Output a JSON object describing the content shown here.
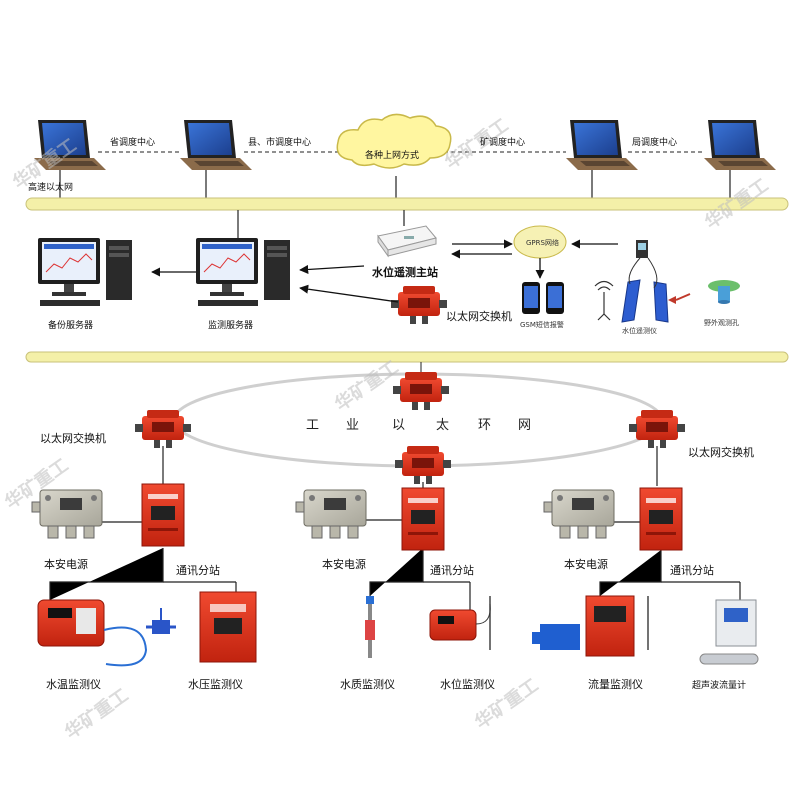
{
  "top": {
    "labels": [
      "省调度中心",
      "县、市调度中心",
      "矿调度中心",
      "局调度中心"
    ],
    "cloud": "各种上网方式",
    "ethernet": "高速以太网"
  },
  "middle": {
    "backup_server": "备份服务器",
    "monitor_server": "监测服务器",
    "main_station": "水位遥测主站",
    "switch": "以太网交换机",
    "gprs": "GPRS网络",
    "sms": "GSM短信报警",
    "telemeter": "水位遥测仪",
    "field_hole": "野外观测孔"
  },
  "ring": {
    "chars": [
      "工",
      "业",
      "以",
      "太",
      "环",
      "网"
    ]
  },
  "branches": {
    "switch_left": "以太网交换机",
    "switch_right": "以太网交换机",
    "power": [
      "本安电源",
      "本安电源",
      "本安电源"
    ],
    "substation": [
      "通讯分站",
      "通讯分站",
      "通讯分站"
    ]
  },
  "instruments": [
    "水温监测仪",
    "水压监测仪",
    "水质监测仪",
    "水位监测仪",
    "流量监测仪",
    "超声波流量计"
  ],
  "watermark": "华矿重工",
  "colors": {
    "bus": "#f4f0a8",
    "bus_edge": "#c9c27a",
    "device_red": "#e2331f",
    "device_dark": "#a5190e",
    "screen_blue": "#2f62c8",
    "ring": "#cfcfcf"
  }
}
